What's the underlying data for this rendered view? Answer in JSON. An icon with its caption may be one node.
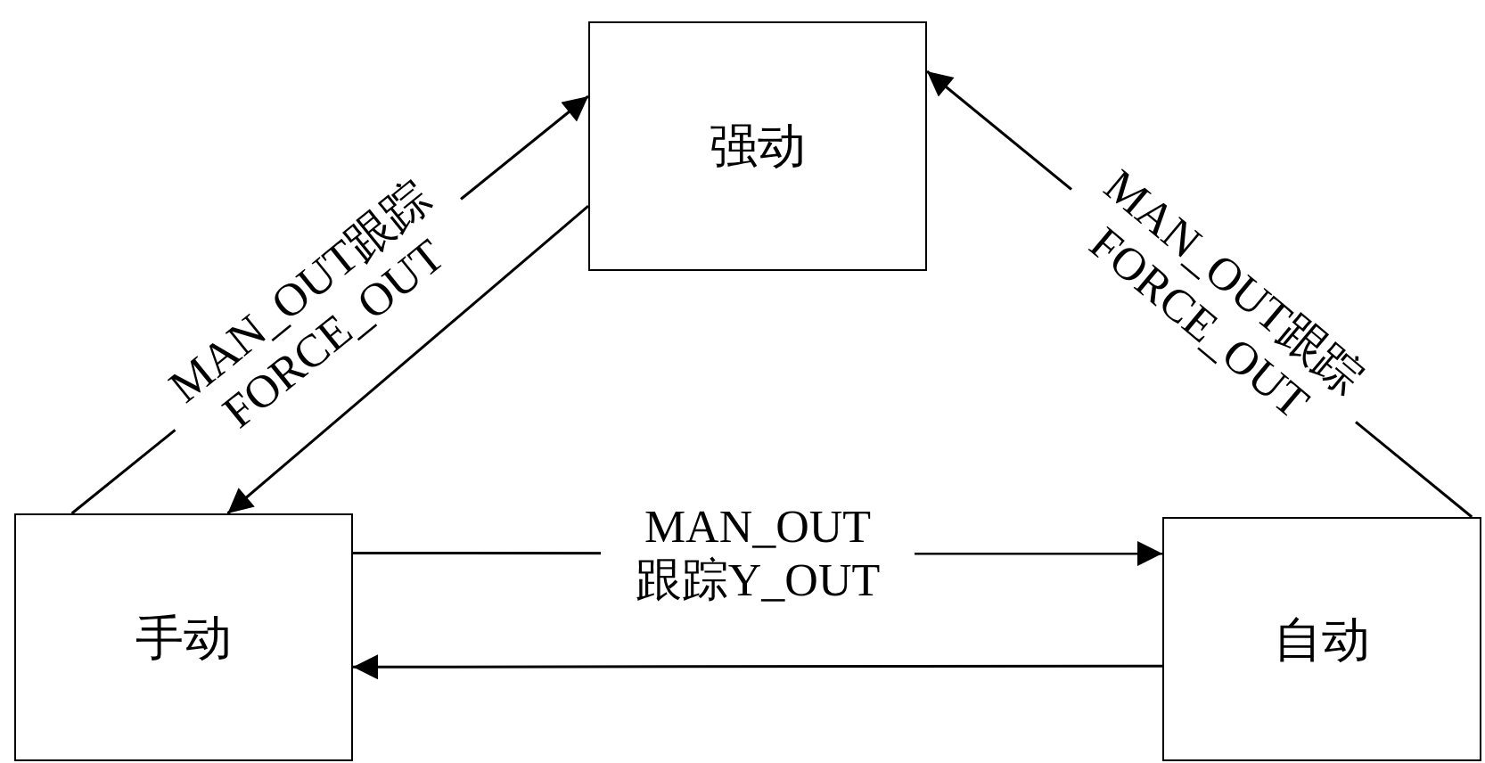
{
  "diagram": {
    "nodes": [
      {
        "text": [
          "强动"
        ]
      },
      {
        "text": [
          "手动"
        ]
      },
      {
        "text": [
          "自动"
        ]
      }
    ],
    "edges": [
      {
        "from": 1,
        "to": 0,
        "arrow": "to",
        "label": "MAN_OUT跟踪 FORCE_OUT"
      },
      {
        "from": 0,
        "to": 1,
        "arrow": "to"
      },
      {
        "from": 2,
        "to": 0,
        "arrow": "to",
        "label": "MAN_OUT跟踪 FORCE_OUT"
      },
      {
        "from": 1,
        "to": 2,
        "arrow": "to",
        "label": "MAN_OUT 跟踪Y_OUT"
      },
      {
        "from": 2,
        "to": 1,
        "arrow": "to"
      }
    ]
  }
}
